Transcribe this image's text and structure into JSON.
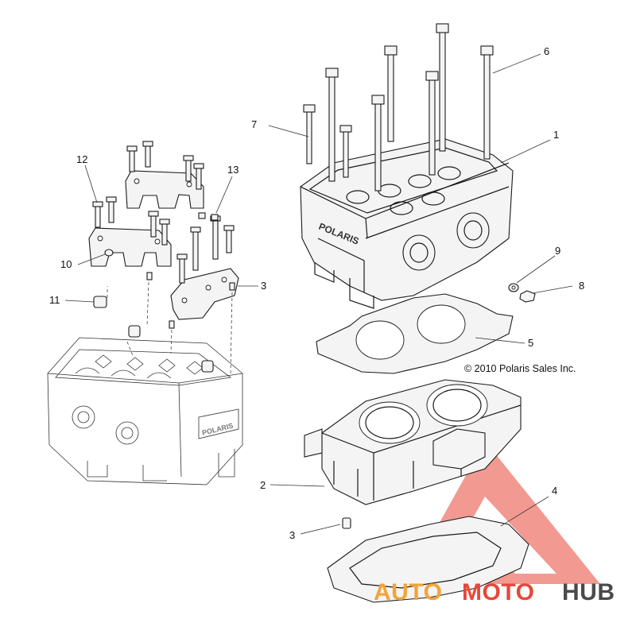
{
  "callouts": {
    "c1": "1",
    "c2": "2",
    "c3a": "3",
    "c3b": "3",
    "c4": "4",
    "c5": "5",
    "c6": "6",
    "c7": "7",
    "c8": "8",
    "c9": "9",
    "c10": "10",
    "c11": "11",
    "c12": "12",
    "c13": "13"
  },
  "copyright": "© 2010 Polaris Sales Inc.",
  "head_logo": "POLARIS",
  "head_logo_left": "POLARIS",
  "watermark": {
    "part1": "AUTO",
    "part2": "MOTO",
    "part3": "HUB",
    "color_orange": "#f2a33a",
    "color_red": "#e8473a",
    "color_gray": "#4a4a4a"
  }
}
